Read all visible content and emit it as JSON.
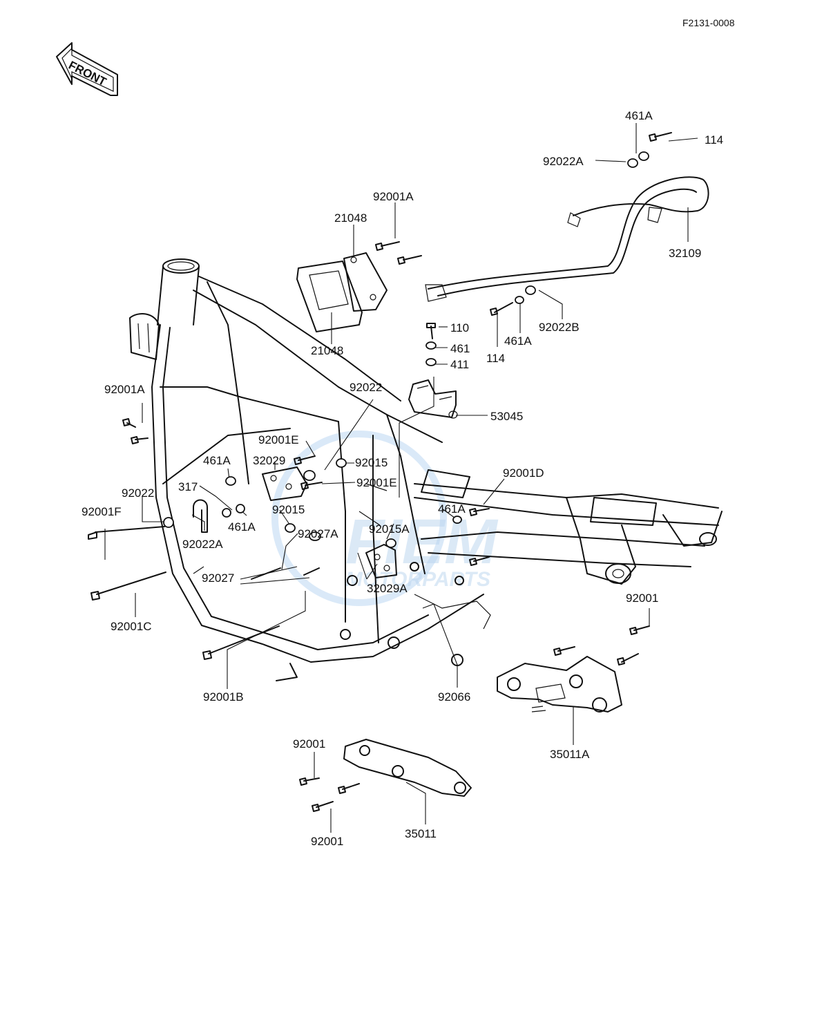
{
  "diagram_code": "F2131-0008",
  "front_badge": "FRONT",
  "watermark": {
    "brand": "FIEM",
    "tagline": "MOTORPARTS"
  },
  "callouts": [
    "461A",
    "114",
    "92022A",
    "32109",
    "92001A",
    "21048",
    "21048",
    "92022B",
    "461A",
    "114",
    "110",
    "461",
    "411",
    "53045",
    "92022",
    "92001A",
    "92001E",
    "92015",
    "32029",
    "461A",
    "92001E",
    "92001D",
    "317",
    "92022",
    "461A",
    "92001F",
    "92015",
    "92015A",
    "461A",
    "92027A",
    "92022A",
    "92027",
    "32029A",
    "92001C",
    "92001",
    "92001B",
    "92066",
    "35011A",
    "92001",
    "35011",
    "92001"
  ]
}
